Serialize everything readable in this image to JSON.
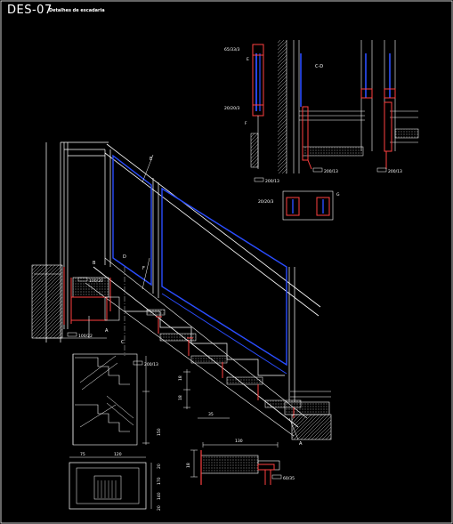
{
  "drawing": {
    "code": "DES-07",
    "subtitle": "Detalhes de escadaria"
  },
  "section_marks": {
    "e": "E",
    "b": "B",
    "d": "D",
    "f": "F",
    "a_top": "A",
    "c_side": "C",
    "a_bottom": "A",
    "g": "G"
  },
  "detail_labels": {
    "cd": "C-D",
    "glass_top": "65/33/3",
    "glass_mid": "20/20/3",
    "g_profile": "20/20/3",
    "upper_profile": "200/13",
    "side_profile": "200/13",
    "f_label": "F",
    "e_label": "E"
  },
  "stair_labels": {
    "tube_upper": "100/20",
    "tube_base": "100/22",
    "step_profile": "200/13",
    "riser_a": "18",
    "riser_b": "18",
    "tread": "35",
    "bottom_profile": "60/35",
    "tread_width": "130",
    "tread_height": "18"
  },
  "plan_labels": {
    "dim_a": "75",
    "dim_b": "120",
    "dim_c": "150",
    "dim_d": "20",
    "dim_e": "170",
    "dim_f": "140",
    "dim_g": "20"
  },
  "colors": {
    "background": "#000000",
    "line": "#ffffff",
    "red": "#ff4040",
    "blue": "#2a4dff",
    "gray": "#9a9a9a"
  }
}
